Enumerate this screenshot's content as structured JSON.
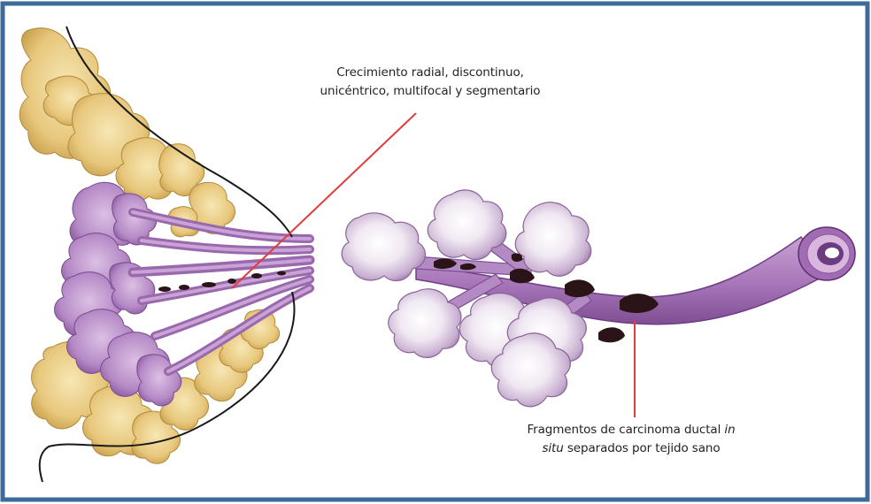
{
  "annotations": {
    "top": {
      "line1": "Crecimiento radial, discontinuo,",
      "line2": "unicéntrico, multifocal y segmentario"
    },
    "bottom": {
      "line1_a": "Fragmentos de carcinoma ductal ",
      "line1_b": "in",
      "line2_a": "situ",
      "line2_b": " separados por tejido sano"
    }
  },
  "colors": {
    "frame_border": "#3d6a9a",
    "pointer_line": "#e23c3c",
    "fat_lobule": "#e9cf8c",
    "gland": "#b98ac8",
    "duct": "#a978b8",
    "carcinoma": "#2a1418",
    "skin_outline": "#1a1a1a"
  }
}
